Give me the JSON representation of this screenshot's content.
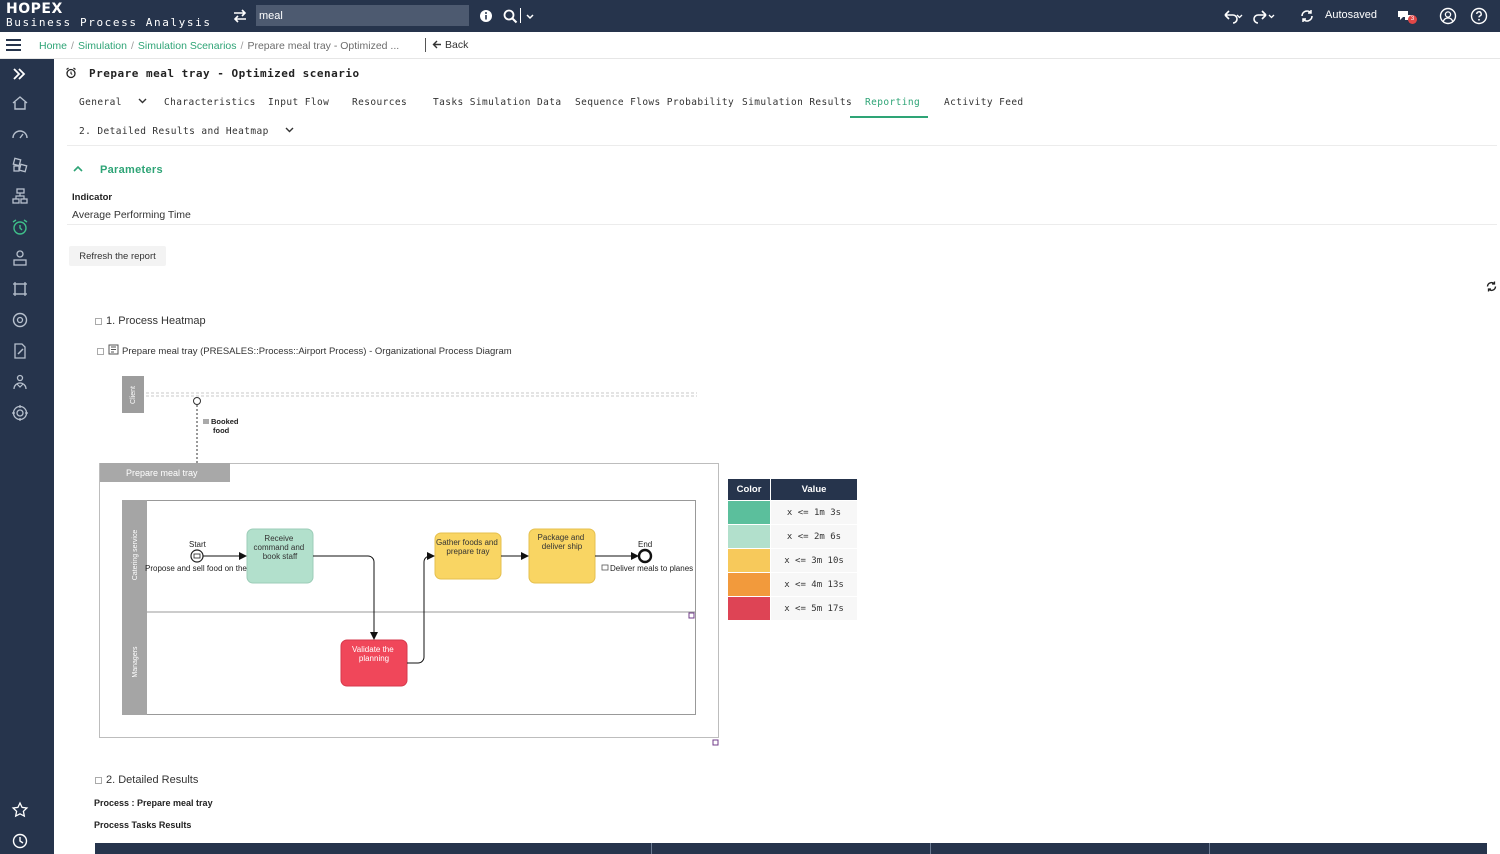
{
  "app": {
    "name": "HOPEX",
    "subtitle": "Business Process Analysis"
  },
  "topbar": {
    "search_value": "meal",
    "autosaved_label": "Autosaved",
    "notification_count": "3"
  },
  "breadcrumb": {
    "items": [
      "Home",
      "Simulation",
      "Simulation Scenarios"
    ],
    "current": "Prepare meal tray - Optimized ...",
    "back_label": "Back"
  },
  "page": {
    "title": "Prepare meal tray - Optimized scenario"
  },
  "tabs": [
    {
      "label": "General"
    },
    {
      "label": "Characteristics"
    },
    {
      "label": "Input Flow"
    },
    {
      "label": "Resources"
    },
    {
      "label": "Tasks Simulation Data"
    },
    {
      "label": "Sequence Flows Probability"
    },
    {
      "label": "Simulation Results"
    },
    {
      "label": "Reporting"
    },
    {
      "label": "Activity Feed"
    }
  ],
  "subtab": {
    "label": "2. Detailed Results and Heatmap"
  },
  "parameters": {
    "header": "Parameters",
    "indicator_label": "Indicator",
    "indicator_value": "Average Performing Time",
    "refresh_label": "Refresh the report"
  },
  "report": {
    "section1_title": "1. Process Heatmap",
    "diagram_title": "Prepare meal tray (PRESALES::Process::Airport Process) - Organizational Process Diagram",
    "section2_title": "2. Detailed Results",
    "process_label": "Process : Prepare meal tray",
    "tasks_label": "Process Tasks Results"
  },
  "diagram": {
    "pool_client": "Client",
    "booked_food": [
      "Booked",
      "food"
    ],
    "pool_title": "Prepare meal tray",
    "lane_catering": "Catering service",
    "lane_managers": "Managers",
    "start_label": "Start",
    "start_caption": "Propose and sell food on the f",
    "end_label": "End",
    "end_caption": "Deliver meals to planes",
    "task_receive": [
      "Receive",
      "command and",
      "book staff"
    ],
    "task_validate": [
      "Validate the",
      "planning"
    ],
    "task_gather": [
      "Gather foods and",
      "prepare tray"
    ],
    "task_package": [
      "Package and",
      "deliver ship"
    ]
  },
  "legend": {
    "col_color": "Color",
    "col_value": "Value",
    "rows": [
      {
        "color": "#5bbf9c",
        "value": "x <= 1m 3s"
      },
      {
        "color": "#b2e0cc",
        "value": "x <= 2m 6s"
      },
      {
        "color": "#f7c95b",
        "value": "x <= 3m 10s"
      },
      {
        "color": "#f29a3c",
        "value": "x <= 4m 13s"
      },
      {
        "color": "#de4455",
        "value": "x <= 5m 17s"
      }
    ]
  },
  "colors": {
    "navy": "#26344c",
    "accent": "#2ea476",
    "task_light_green": "#b2e0cc",
    "task_yellow": "#f9d563",
    "task_red": "#f0475a"
  }
}
